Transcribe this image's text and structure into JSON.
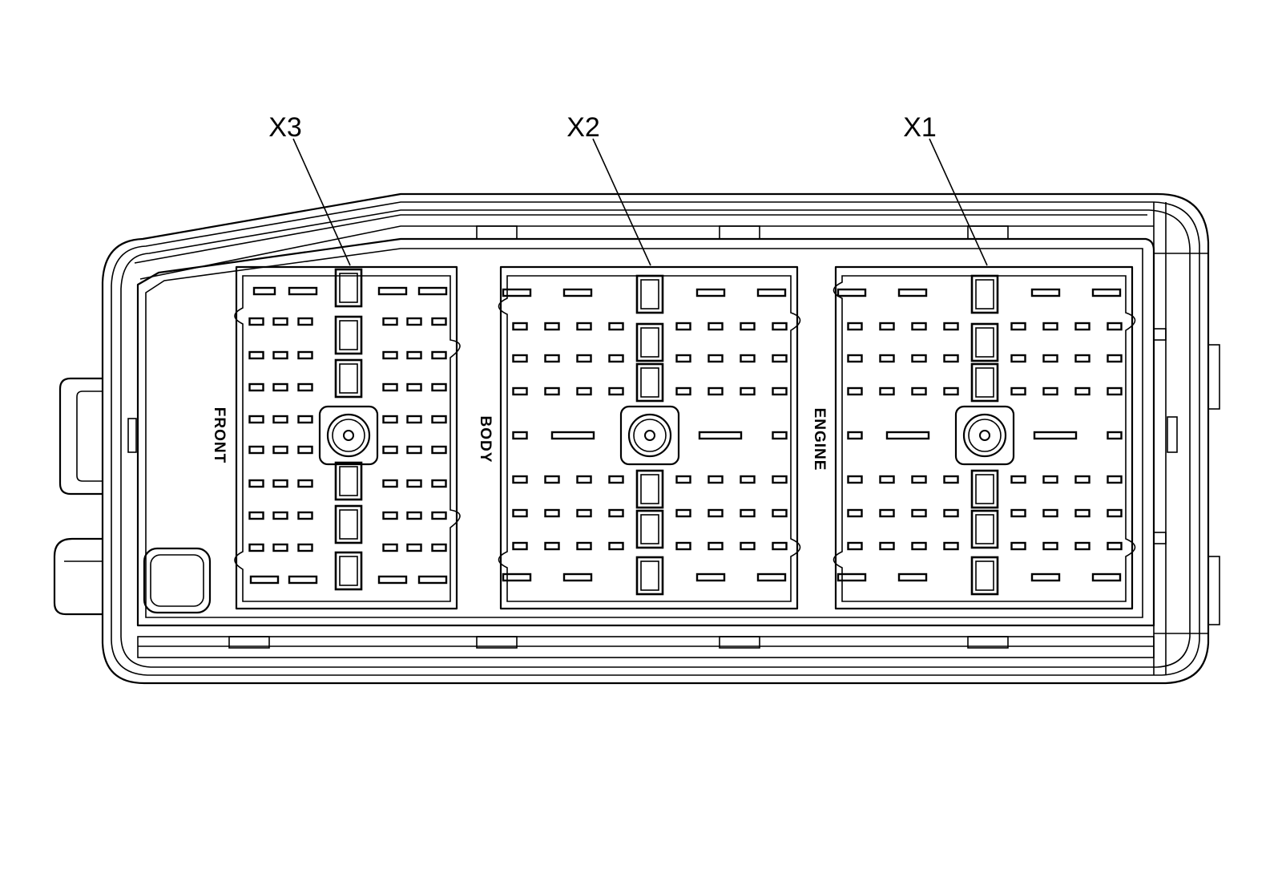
{
  "connectors": [
    {
      "id": "x3",
      "callout": "X3",
      "side_label": "FRONT"
    },
    {
      "id": "x2",
      "callout": "X2",
      "side_label": "BODY"
    },
    {
      "id": "x1",
      "callout": "X1",
      "side_label": "ENGINE"
    }
  ]
}
